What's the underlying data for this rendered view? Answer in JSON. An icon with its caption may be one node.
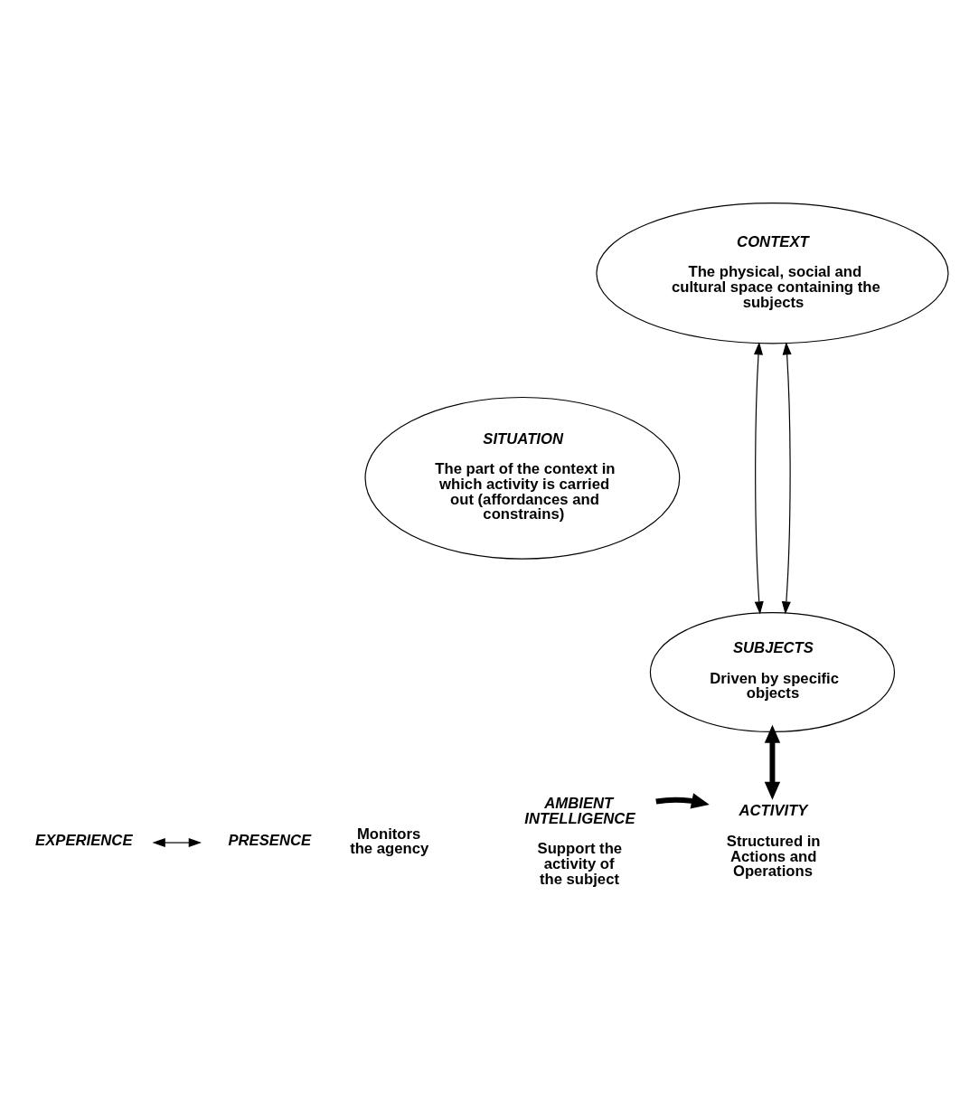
{
  "diagram": {
    "nodes": [
      {
        "text": [
          "CONTEXT",
          "The physical, social and cultural space containing the subjects"
        ]
      },
      {
        "text": [
          "SITUATION",
          "The part of the context in which activity is carried out (affordances and constrains)"
        ]
      },
      {
        "text": [
          "SUBJECTS",
          "Driven by specific objects"
        ]
      },
      {
        "text": [
          "EXPERIENCE"
        ]
      },
      {
        "text": [
          "PRESENCE"
        ],
        "beside": [
          "Monitors the agency"
        ]
      },
      {
        "text": [
          "ACTIVITY",
          "Structured in Actions and Operations"
        ]
      },
      {
        "text": [
          "AMBIENT INTELLIGENCE",
          "Support the activity of the subject"
        ]
      }
    ],
    "edges": [
      {
        "from": 0,
        "to": 2,
        "arrow": "both"
      },
      {
        "from": 0,
        "to": 2,
        "arrow": "both"
      },
      {
        "from": 2,
        "to": 5,
        "arrow": "both",
        "style": "thick"
      },
      {
        "from": 3,
        "to": 4,
        "arrow": "both"
      },
      {
        "from": 6,
        "to": 5,
        "arrow": "to",
        "style": "thick"
      }
    ]
  }
}
